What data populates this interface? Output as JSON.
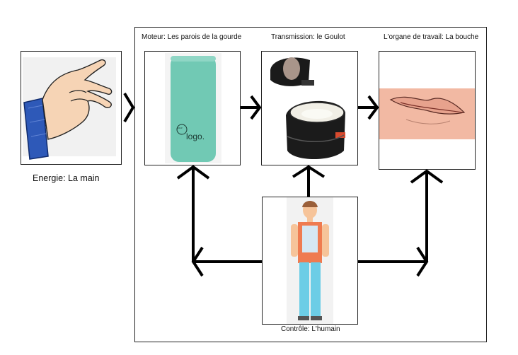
{
  "diagram": {
    "energy": {
      "label": "Energie: La main",
      "icon": "hand-pinch-icon"
    },
    "motor": {
      "label": "Moteur: Les parois de la gourde",
      "icon": "water-bottle-icon",
      "bottle_logo_small": "your",
      "bottle_logo_text": "logo."
    },
    "transmission": {
      "label": "Transmission: le Goulot",
      "icon": "bottle-cap-icon"
    },
    "work_organ": {
      "label": "L'organe de travail: La bouche",
      "icon": "mouth-icon"
    },
    "control": {
      "label": "Contrôle: L'humain",
      "icon": "human-figure-icon"
    },
    "colors": {
      "bottle": "#71c9b4",
      "skin": "#f2b9a3",
      "shirt_orange": "#ef7b50",
      "pants_blue": "#6ccde6",
      "sleeve_blue": "#2e59b8",
      "line": "#000000"
    }
  }
}
